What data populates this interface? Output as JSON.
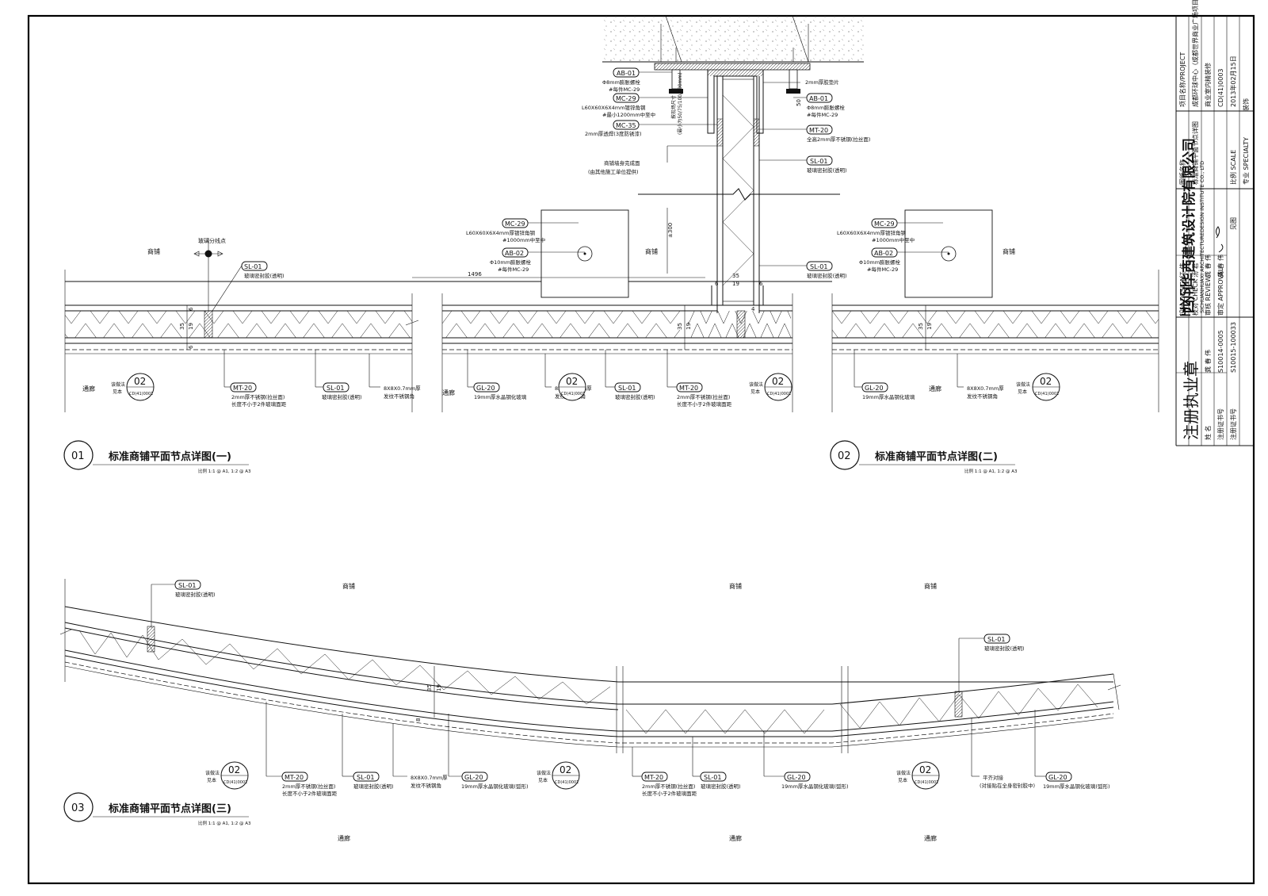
{
  "company": {
    "cn_name": "四川华西建筑设计院有限公司",
    "en_name": "SICHUANHUAXI ARCHITECTUREDESIGN INSTITUTE CO., LTD",
    "logo": "HXSJ"
  },
  "stamp": {
    "label": "注册执业章"
  },
  "title_block": {
    "project_label": "项目名称/PROJECT",
    "project_name": "成都环球中心（成都世界商业广场项目）",
    "sub_item": "商业室内精装修",
    "drawing_name_label": "图纸名称",
    "drawing_name": "标准商铺平面节点详图",
    "scale_label": "比例 SCALE",
    "scale_value": "见图",
    "date_value": "2013年02月15日",
    "specialty_label": "专业 SPECIALTY",
    "specialty_value": "装饰",
    "drawing_no": "CD(41)0003",
    "role_labels": [
      "设计 DESIGN",
      "校对 CHECK",
      "审核 REVIEW",
      "审定 APPROVAL"
    ],
    "role_names": [
      "江 伟",
      "汤 君",
      "龚 春 伟",
      "龚 春 伟"
    ],
    "reg_names": [
      "龚 春 伟",
      "S10014-0005",
      "S10015-100033"
    ],
    "reg_labels": [
      "姓 名",
      "注册证书号",
      "注册证书号"
    ]
  },
  "details": [
    {
      "num": "01",
      "title": "标准商铺平面节点详图(一)",
      "scale": "比例 1:1 @ A1, 1:2 @ A3"
    },
    {
      "num": "02",
      "title": "标准商铺平面节点详图(二)",
      "scale": "比例 1:1 @ A1, 1:2 @ A3"
    },
    {
      "num": "03",
      "title": "标准商铺平面节点详图(三)",
      "scale": "比例 1:1 @ A1, 1:2 @ A3"
    }
  ],
  "areas": {
    "shop": "商铺",
    "corridor": "通廊",
    "glass_split": "玻璃分线点"
  },
  "refs": {
    "num": "02",
    "sheet": "CD(41)0001",
    "hint1": "该做法",
    "hint2": "见本"
  },
  "tags": {
    "AB01": {
      "code": "AB-01",
      "desc1": "Φ8mm膨胀螺栓",
      "desc2": "#每件MC-29"
    },
    "AB02": {
      "code": "AB-02",
      "desc1": "Φ10mm膨胀螺栓",
      "desc2": "#每件MC-29"
    },
    "MC29_top": {
      "code": "MC-29",
      "desc1": "L60X60X6X4mm镀锌角钢",
      "desc2": "#最小1200mm中至中"
    },
    "MC29": {
      "code": "MC-29",
      "desc1": "L60X60X6X4mm厚镀锌角钢",
      "desc2": "#1000mm中至中"
    },
    "MC35": {
      "code": "MC-35",
      "desc1": "2mm厚透焊(3度防锈漆)"
    },
    "MT20_top": {
      "code": "MT-20",
      "desc1": "全高2mm厚不锈钢(拉丝面)"
    },
    "SL01": {
      "code": "SL-01",
      "desc1": "玻璃密封胶(透明)"
    },
    "MT20": {
      "code": "MT-20",
      "desc1": "2mm厚不锈钢(拉丝面)",
      "desc2": "长度不小于2件玻璃面距"
    },
    "GL20": {
      "code": "GL-20",
      "desc1": "19mm厚水晶钢化玻璃"
    },
    "GL20_arc": {
      "code": "GL-20",
      "desc1": "19mm厚水晶钢化玻璃(弧形)"
    }
  },
  "notes": {
    "shim": "2mm厚胶垫片",
    "wall_finish1": "商铺墙身完成面",
    "wall_finish2": "(由其他施工单位提供)",
    "steel_corner1": "8X8X0.7mm厚",
    "steel_corner2": "发纹不锈钢角",
    "align1": "平齐对接",
    "align2": "(对接贴在全身密封胶中)",
    "dim_1496": "1496",
    "dim_300": "±300",
    "dim_35": "35",
    "dim_19": "19",
    "dim_6": "6",
    "dim_50": "50",
    "dim_8": "8",
    "dim_4": "4",
    "vert_note1": "按现场尺寸",
    "vert_note2": "(最小为50/75/100/200mm)"
  }
}
